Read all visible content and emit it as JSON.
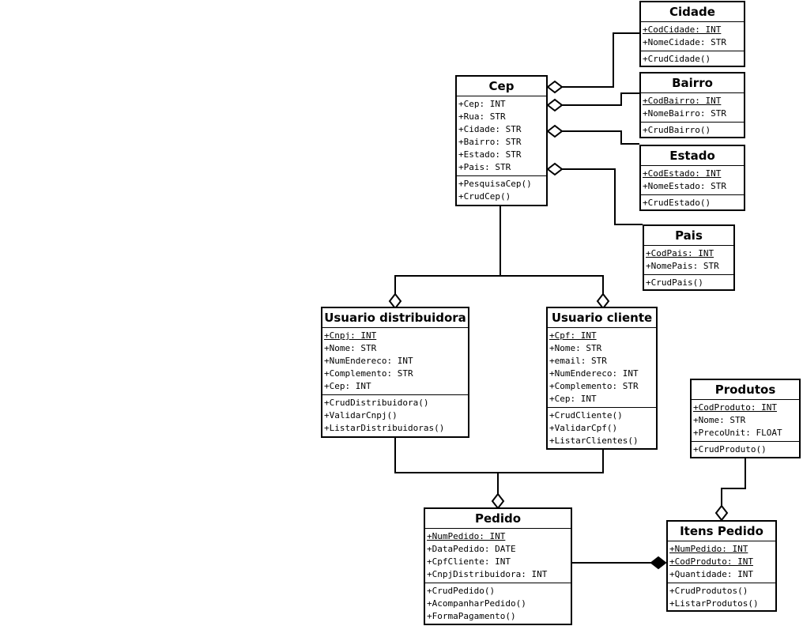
{
  "diagram": {
    "classes": [
      {
        "id": "cidade",
        "name": "Cidade",
        "attributes": [
          {
            "text": "+CodCidade: INT",
            "underline": true
          },
          {
            "text": "+NomeCidade: STR",
            "underline": false
          }
        ],
        "methods": [
          {
            "text": "+CrudCidade()"
          }
        ]
      },
      {
        "id": "bairro",
        "name": "Bairro",
        "attributes": [
          {
            "text": "+CodBairro: INT",
            "underline": true
          },
          {
            "text": "+NomeBairro: STR",
            "underline": false
          }
        ],
        "methods": [
          {
            "text": "+CrudBairro()"
          }
        ]
      },
      {
        "id": "estado",
        "name": "Estado",
        "attributes": [
          {
            "text": "+CodEstado: INT",
            "underline": true
          },
          {
            "text": "+NomeEstado: STR",
            "underline": false
          }
        ],
        "methods": [
          {
            "text": "+CrudEstado()"
          }
        ]
      },
      {
        "id": "pais",
        "name": "Pais",
        "attributes": [
          {
            "text": "+CodPais: INT",
            "underline": true
          },
          {
            "text": "+NomePais: STR",
            "underline": false
          }
        ],
        "methods": [
          {
            "text": "+CrudPais()"
          }
        ]
      },
      {
        "id": "cep",
        "name": "Cep",
        "attributes": [
          {
            "text": "+Cep: INT",
            "underline": false
          },
          {
            "text": "+Rua: STR",
            "underline": false
          },
          {
            "text": "+Cidade: STR",
            "underline": false
          },
          {
            "text": "+Bairro: STR",
            "underline": false
          },
          {
            "text": "+Estado: STR",
            "underline": false
          },
          {
            "text": "+Pais: STR",
            "underline": false
          }
        ],
        "methods": [
          {
            "text": "+PesquisaCep()"
          },
          {
            "text": "+CrudCep()"
          }
        ]
      },
      {
        "id": "usuario-distribuidora",
        "name": "Usuario distribuidora",
        "attributes": [
          {
            "text": "+Cnpj: INT",
            "underline": true
          },
          {
            "text": "+Nome: STR",
            "underline": false
          },
          {
            "text": "+NumEndereco: INT",
            "underline": false
          },
          {
            "text": "+Complemento: STR",
            "underline": false
          },
          {
            "text": "+Cep: INT",
            "underline": false
          }
        ],
        "methods": [
          {
            "text": "+CrudDistribuidora()"
          },
          {
            "text": "+ValidarCnpj()"
          },
          {
            "text": "+ListarDistribuidoras()"
          }
        ]
      },
      {
        "id": "usuario-cliente",
        "name": "Usuario cliente",
        "attributes": [
          {
            "text": "+Cpf: INT",
            "underline": true
          },
          {
            "text": "+Nome: STR",
            "underline": false
          },
          {
            "text": "+email: STR",
            "underline": false
          },
          {
            "text": "+NumEndereco: INT",
            "underline": false
          },
          {
            "text": "+Complemento: STR",
            "underline": false
          },
          {
            "text": "+Cep: INT",
            "underline": false
          }
        ],
        "methods": [
          {
            "text": "+CrudCliente()"
          },
          {
            "text": "+ValidarCpf()"
          },
          {
            "text": "+ListarClientes()"
          }
        ]
      },
      {
        "id": "produtos",
        "name": "Produtos",
        "attributes": [
          {
            "text": "+CodProduto: INT",
            "underline": true
          },
          {
            "text": "+Nome: STR",
            "underline": false
          },
          {
            "text": "+PrecoUnit: FLOAT",
            "underline": false
          }
        ],
        "methods": [
          {
            "text": "+CrudProduto()"
          }
        ]
      },
      {
        "id": "pedido",
        "name": "Pedido",
        "attributes": [
          {
            "text": "+NumPedido: INT",
            "underline": true
          },
          {
            "text": "+DataPedido: DATE",
            "underline": false
          },
          {
            "text": "+CpfCliente: INT",
            "underline": false
          },
          {
            "text": "+CnpjDistribuidora: INT",
            "underline": false
          }
        ],
        "methods": [
          {
            "text": "+CrudPedido()"
          },
          {
            "text": "+AcompanharPedido()"
          },
          {
            "text": "+FormaPagamento()"
          }
        ]
      },
      {
        "id": "itens-pedido",
        "name": "Itens Pedido",
        "attributes": [
          {
            "text": "+NumPedido: INT",
            "underline": true
          },
          {
            "text": "+CodProduto: INT",
            "underline": true
          },
          {
            "text": "+Quantidade: INT",
            "underline": false
          }
        ],
        "methods": [
          {
            "text": "+CrudProdutos()"
          },
          {
            "text": "+ListarProdutos()"
          }
        ]
      }
    ],
    "connectors": [
      {
        "from": "cidade",
        "to": "cep",
        "kind": "aggregation"
      },
      {
        "from": "bairro",
        "to": "cep",
        "kind": "aggregation"
      },
      {
        "from": "estado",
        "to": "cep",
        "kind": "aggregation"
      },
      {
        "from": "pais",
        "to": "cep",
        "kind": "aggregation"
      },
      {
        "from": "cep",
        "to": "usuario-distribuidora",
        "kind": "aggregation"
      },
      {
        "from": "cep",
        "to": "usuario-cliente",
        "kind": "aggregation"
      },
      {
        "from": "usuario-distribuidora",
        "to": "pedido",
        "kind": "aggregation"
      },
      {
        "from": "usuario-cliente",
        "to": "pedido",
        "kind": "aggregation"
      },
      {
        "from": "produtos",
        "to": "itens-pedido",
        "kind": "aggregation"
      },
      {
        "from": "pedido",
        "to": "itens-pedido",
        "kind": "composition"
      }
    ]
  }
}
